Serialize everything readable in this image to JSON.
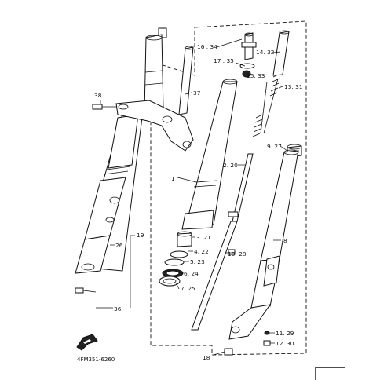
{
  "diagram": {
    "callouts": {
      "c1": "1",
      "c2": "2. 20",
      "c3": "3. 21",
      "c4": "4. 22",
      "c5": "5. 23",
      "c6": "6. 24",
      "c7": "7. 25",
      "c8": "8",
      "c9": "9. 27",
      "c10": "10. 28",
      "c11": "11. 29",
      "c12": "12. 30",
      "c13": "13. 31",
      "c14": "14. 32",
      "c15": "15. 33",
      "c16": "16 . 34",
      "c17": "17 . 35",
      "c18": "18",
      "c19": "19",
      "c26": "26",
      "c36": "36",
      "c37": "37",
      "c38": "38"
    },
    "drawing_code": "4FM351-6260"
  }
}
